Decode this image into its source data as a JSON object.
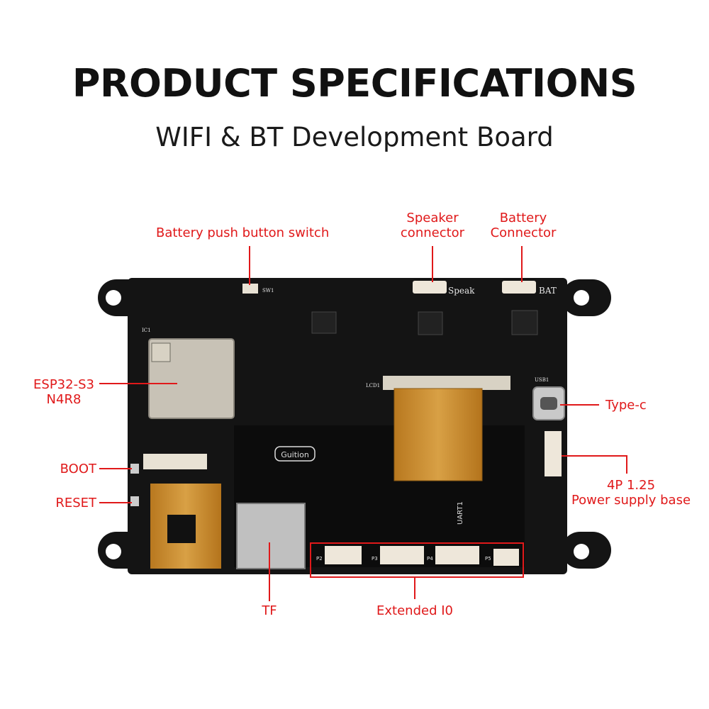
{
  "header": {
    "title": "PRODUCT SPECIFICATIONS",
    "subtitle": "WIFI & BT Development Board"
  },
  "labels": {
    "battery_switch": "Battery push button switch",
    "speaker_line1": "Speaker",
    "speaker_line2": "connector",
    "battery_line1": "Battery",
    "battery_line2": "Connector",
    "esp_line1": "ESP32-S3",
    "esp_line2": "N4R8",
    "typec": "Type-c",
    "boot": "BOOT",
    "reset": "RESET",
    "power_line1": "4P 1.25",
    "power_line2": "Power supply base",
    "tf": "TF",
    "extended_io": "Extended I0"
  },
  "silkscreen": {
    "speak": "Speak",
    "bat": "BAT",
    "brand": "Guition",
    "uart": "UART1",
    "lcd": "LCD1",
    "usb": "USB1",
    "ic": "IC1",
    "sw": "SW1",
    "p2": "P2",
    "p3": "P3",
    "p4": "P4",
    "p5": "P5"
  },
  "colors": {
    "label": "#e0191a",
    "board": "#141414",
    "flex": "#c98a2e",
    "module": "#c8c2b6"
  }
}
